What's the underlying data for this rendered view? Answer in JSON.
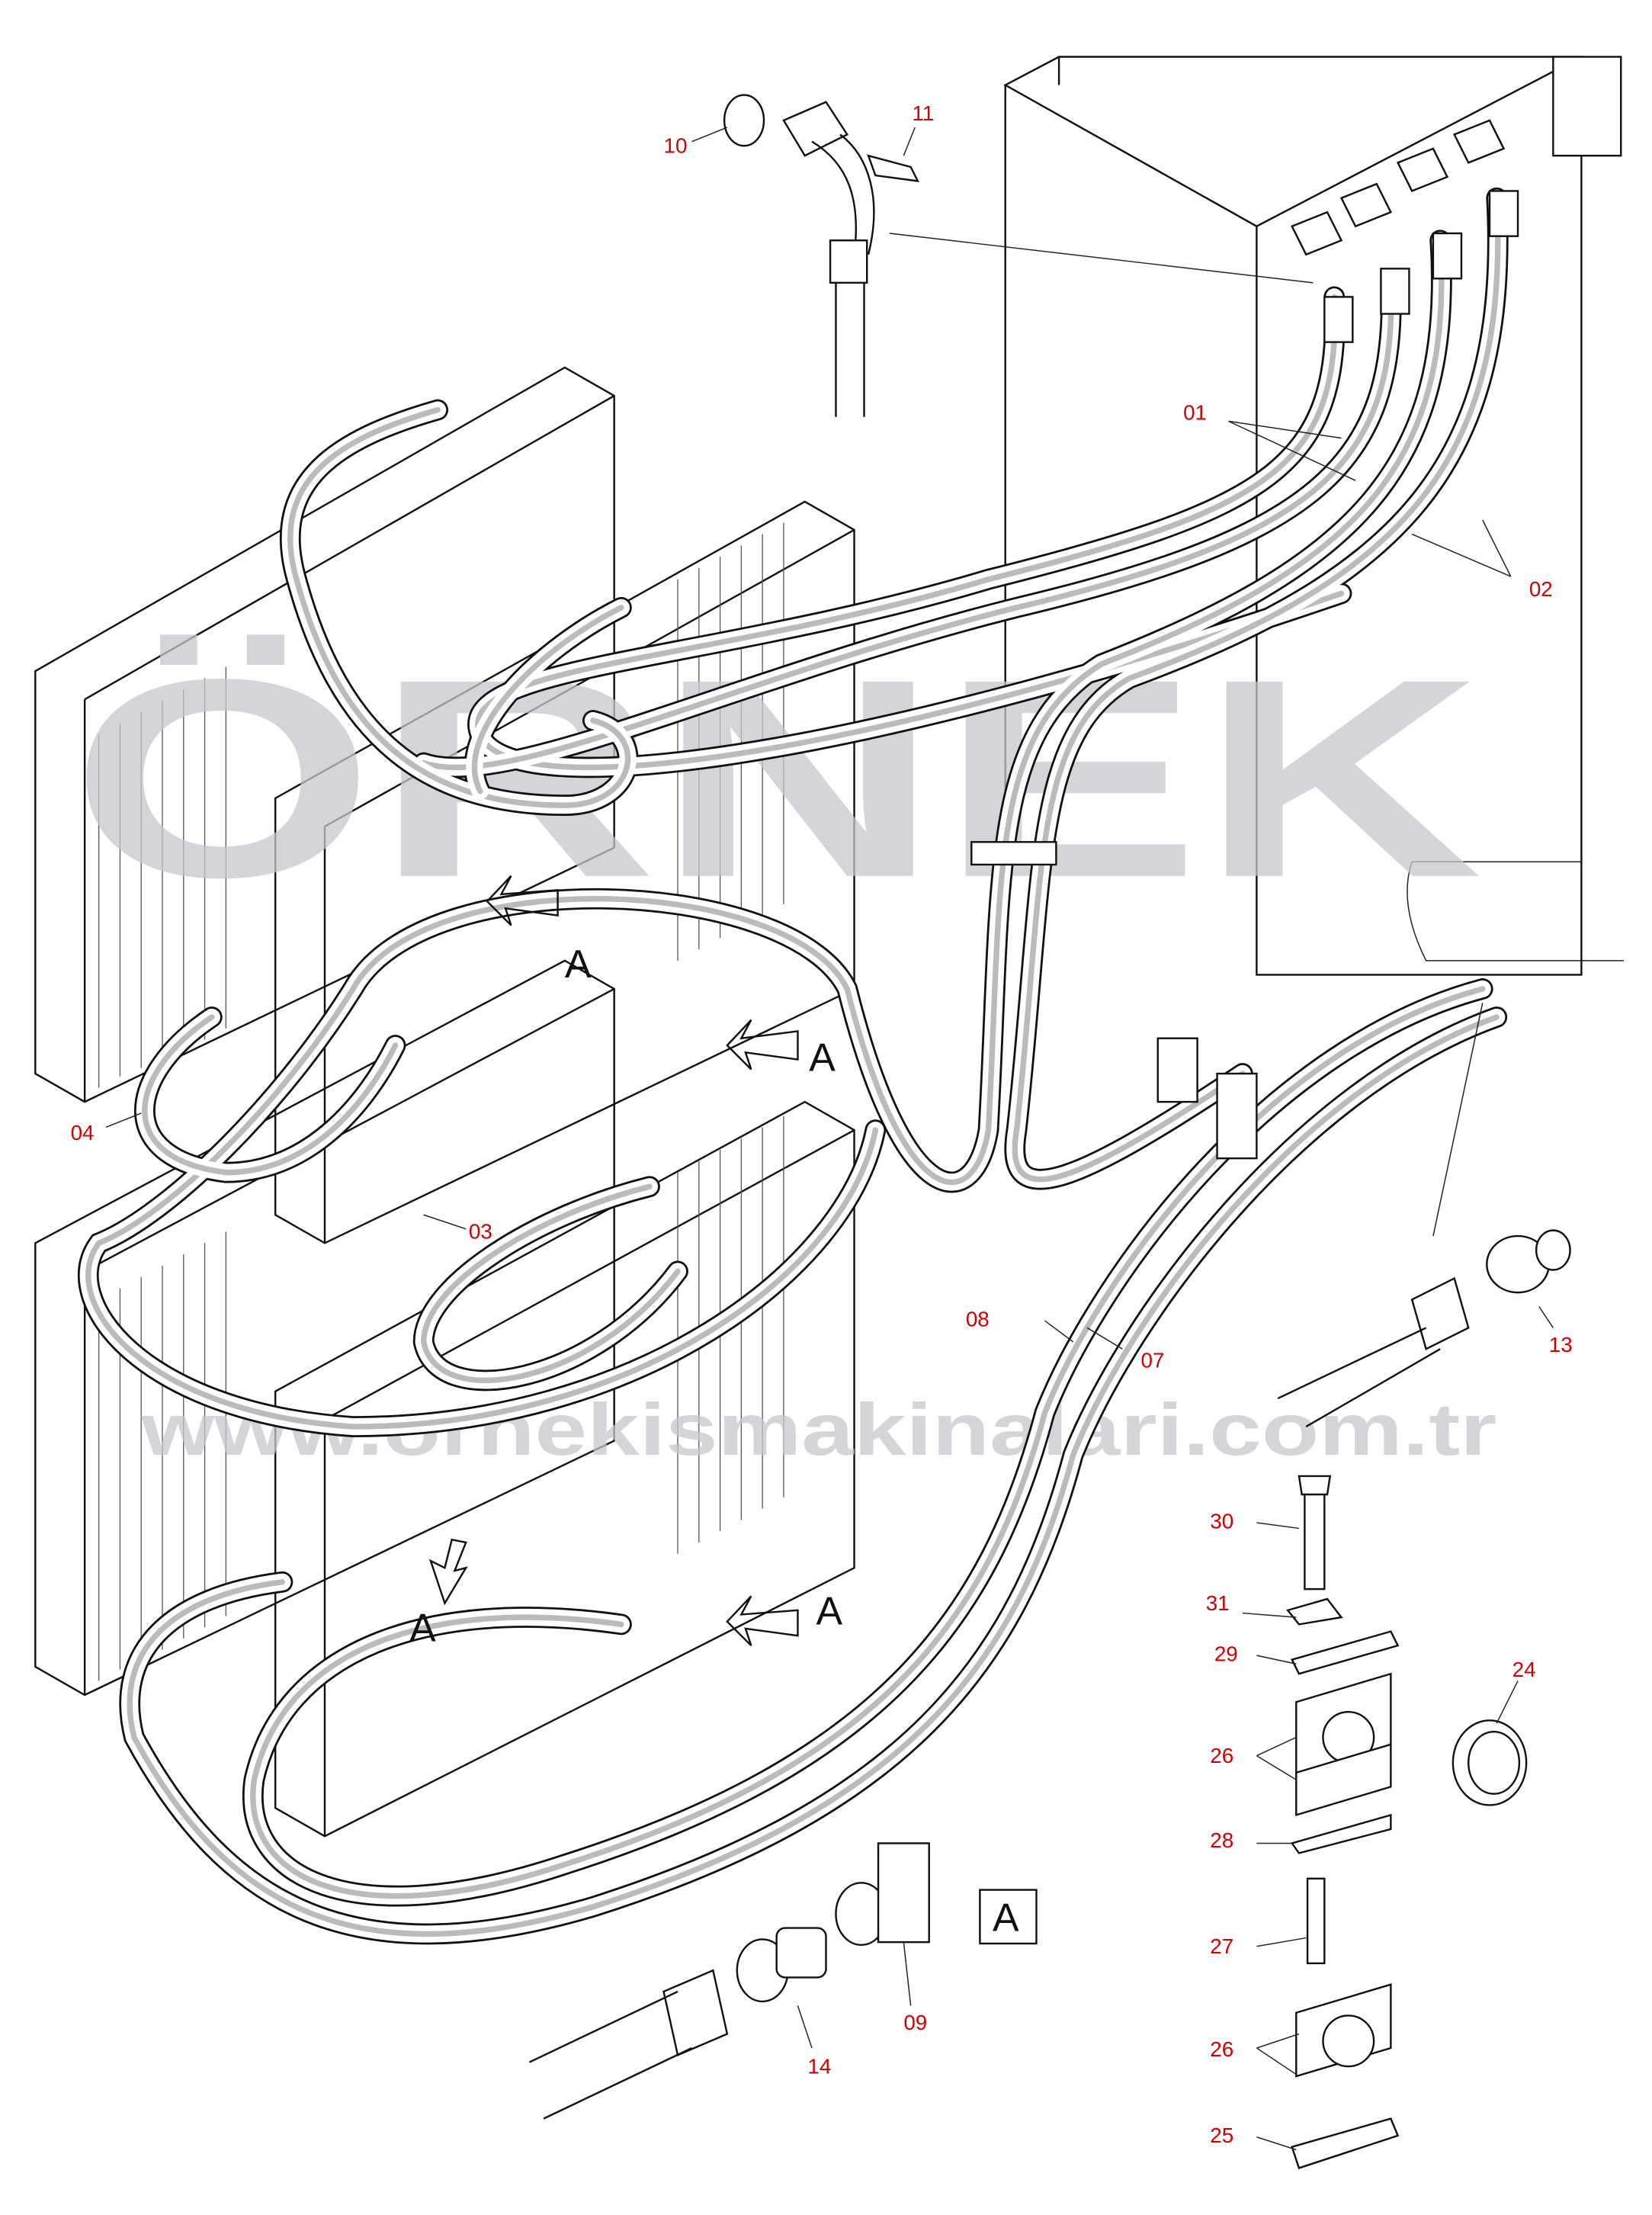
{
  "watermark": {
    "brand": "ÖRNEK",
    "url": "www.ornekismakinalari.com.tr"
  },
  "callouts": [
    "10",
    "11",
    "01",
    "02",
    "04",
    "03",
    "08",
    "07",
    "13",
    "30",
    "31",
    "29",
    "24",
    "26",
    "28",
    "27",
    "26",
    "25",
    "14",
    "09"
  ],
  "view_marker": "A",
  "detail_box": "A",
  "colors": {
    "callout": "#d00000",
    "watermark": "#c8c6cc",
    "line": "#111111"
  }
}
